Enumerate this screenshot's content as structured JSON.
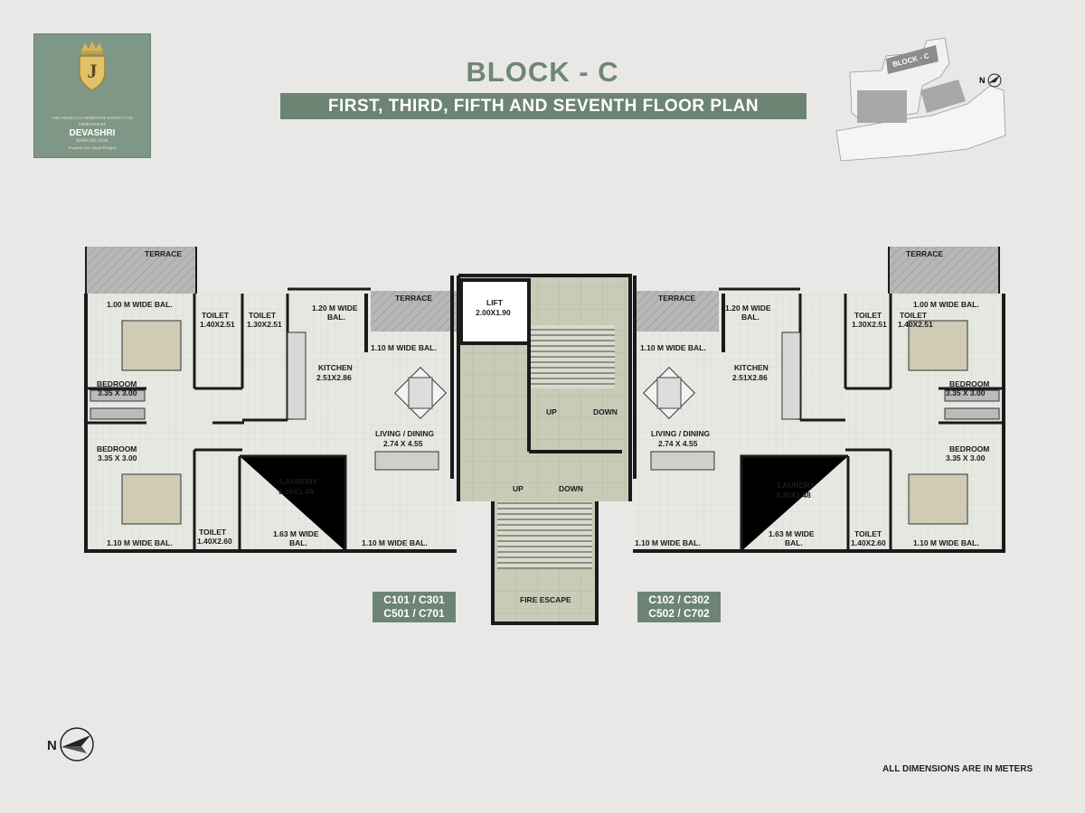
{
  "logo": {
    "letter": "J",
    "society": "THE JANATA CO-OPERATIVE SOCIETY LTD",
    "approved_by": "APPROVED BY",
    "brand": "DEVASHRI",
    "location": "MARGAO, GOA",
    "tagline": "Property Lies Ahead Pledged"
  },
  "header": {
    "title": "BLOCK - C",
    "subtitle": "FIRST, THIRD, FIFTH AND SEVENTH FLOOR PLAN"
  },
  "keyplan": {
    "block_label": "BLOCK - C",
    "north": "N"
  },
  "rooms": {
    "terrace": "TERRACE",
    "bal_100": "1.00 M WIDE BAL.",
    "toilet": "TOILET",
    "toilet_140x251": "1.40X2.51",
    "toilet_130x251": "1.30X2.51",
    "toilet_140x260": "1.40X2.60",
    "bal_120_a": "1.20 M WIDE",
    "bal_120_b": "BAL.",
    "kitchen": "KITCHEN",
    "kitchen_dim": "2.51X2.86",
    "bal_110": "1.10 M WIDE BAL.",
    "bedroom": "BEDROOM",
    "bedroom_dim": "3.35 X 3.00",
    "living": "LIVING / DINING",
    "living_dim": "2.74 X 4.55",
    "laundry": "LAUNDRY",
    "laundry_dim": "3.35X1.48",
    "bal_163_a": "1.63 M WIDE",
    "bal_163_b": "BAL.",
    "lift": "LIFT",
    "lift_dim": "2.00X1.90",
    "up": "UP",
    "down": "DOWN",
    "fire_escape": "FIRE ESCAPE"
  },
  "units": {
    "left": [
      "C101 / C301",
      "C501 / C701"
    ],
    "right": [
      "C102 / C302",
      "C502 / C702"
    ]
  },
  "compass_label": "N",
  "note": "ALL DIMENSIONS ARE IN METERS",
  "colors": {
    "brand_green": "#6d8474",
    "background": "#e9e8e6",
    "wall": "#1a1a1a",
    "floor_tile": "#e4e6e0",
    "stair_core": "#c8cbb7",
    "terrace": "#b9b9b9"
  }
}
